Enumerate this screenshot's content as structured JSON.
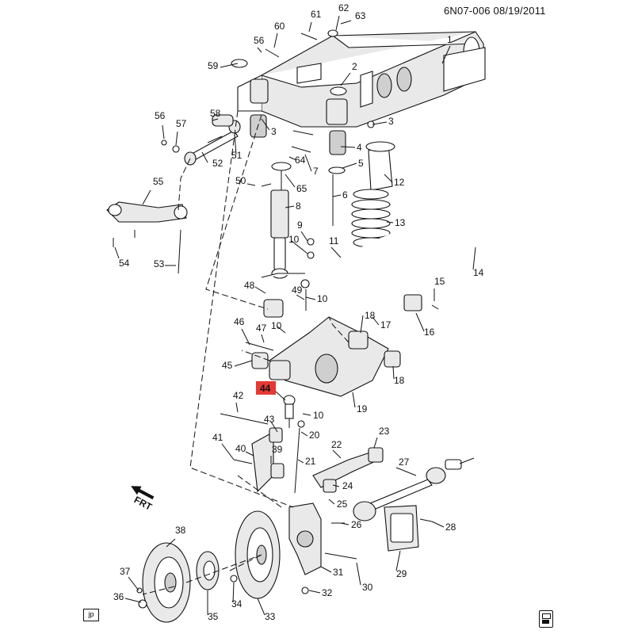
{
  "header": {
    "doc_code": "6N07-006 08/19/2011"
  },
  "highlight": {
    "label": "44",
    "color": "#e53935"
  },
  "footer": {
    "left_tag": "jp"
  },
  "front_arrow": {
    "label": "FRT"
  },
  "callouts": [
    {
      "id": "c1",
      "label": "1"
    },
    {
      "id": "c2",
      "label": "2"
    },
    {
      "id": "c3a",
      "label": "3"
    },
    {
      "id": "c3b",
      "label": "3"
    },
    {
      "id": "c4",
      "label": "4"
    },
    {
      "id": "c5",
      "label": "5"
    },
    {
      "id": "c6",
      "label": "6"
    },
    {
      "id": "c7",
      "label": "7"
    },
    {
      "id": "c8",
      "label": "8"
    },
    {
      "id": "c9",
      "label": "9"
    },
    {
      "id": "c10a",
      "label": "10"
    },
    {
      "id": "c10b",
      "label": "10"
    },
    {
      "id": "c10c",
      "label": "10"
    },
    {
      "id": "c10d",
      "label": "10"
    },
    {
      "id": "c11",
      "label": "11"
    },
    {
      "id": "c12",
      "label": "12"
    },
    {
      "id": "c13",
      "label": "13"
    },
    {
      "id": "c14",
      "label": "14"
    },
    {
      "id": "c15",
      "label": "15"
    },
    {
      "id": "c16",
      "label": "16"
    },
    {
      "id": "c17",
      "label": "17"
    },
    {
      "id": "c18a",
      "label": "18"
    },
    {
      "id": "c18b",
      "label": "18"
    },
    {
      "id": "c19",
      "label": "19"
    },
    {
      "id": "c20",
      "label": "20"
    },
    {
      "id": "c21",
      "label": "21"
    },
    {
      "id": "c22",
      "label": "22"
    },
    {
      "id": "c23",
      "label": "23"
    },
    {
      "id": "c24",
      "label": "24"
    },
    {
      "id": "c25",
      "label": "25"
    },
    {
      "id": "c26",
      "label": "26"
    },
    {
      "id": "c27",
      "label": "27"
    },
    {
      "id": "c28",
      "label": "28"
    },
    {
      "id": "c29",
      "label": "29"
    },
    {
      "id": "c30",
      "label": "30"
    },
    {
      "id": "c31",
      "label": "31"
    },
    {
      "id": "c32",
      "label": "32"
    },
    {
      "id": "c33",
      "label": "33"
    },
    {
      "id": "c34",
      "label": "34"
    },
    {
      "id": "c35",
      "label": "35"
    },
    {
      "id": "c36",
      "label": "36"
    },
    {
      "id": "c37",
      "label": "37"
    },
    {
      "id": "c38",
      "label": "38"
    },
    {
      "id": "c39",
      "label": "39"
    },
    {
      "id": "c40",
      "label": "40"
    },
    {
      "id": "c41",
      "label": "41"
    },
    {
      "id": "c42",
      "label": "42"
    },
    {
      "id": "c43",
      "label": "43"
    },
    {
      "id": "c45",
      "label": "45"
    },
    {
      "id": "c46",
      "label": "46"
    },
    {
      "id": "c47",
      "label": "47"
    },
    {
      "id": "c48",
      "label": "48"
    },
    {
      "id": "c49",
      "label": "49"
    },
    {
      "id": "c50",
      "label": "50"
    },
    {
      "id": "c51",
      "label": "51"
    },
    {
      "id": "c52",
      "label": "52"
    },
    {
      "id": "c53",
      "label": "53"
    },
    {
      "id": "c54",
      "label": "54"
    },
    {
      "id": "c55",
      "label": "55"
    },
    {
      "id": "c56a",
      "label": "56"
    },
    {
      "id": "c56b",
      "label": "56"
    },
    {
      "id": "c57",
      "label": "57"
    },
    {
      "id": "c58",
      "label": "58"
    },
    {
      "id": "c59",
      "label": "59"
    },
    {
      "id": "c60",
      "label": "60"
    },
    {
      "id": "c61",
      "label": "61"
    },
    {
      "id": "c62",
      "label": "62"
    },
    {
      "id": "c63",
      "label": "63"
    },
    {
      "id": "c64",
      "label": "64"
    },
    {
      "id": "c65",
      "label": "65"
    }
  ]
}
